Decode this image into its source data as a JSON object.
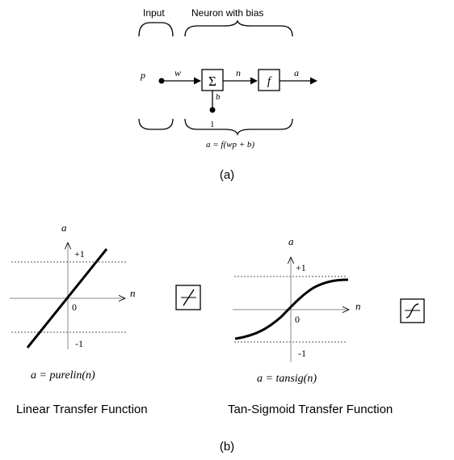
{
  "part_a": {
    "input_label": "Input",
    "neuron_label": "Neuron with bias",
    "input_var": "p",
    "weight": "w",
    "sum_symbol": "Σ",
    "bias_var": "b",
    "net_var": "n",
    "transfer_symbol": "f",
    "output_var": "a",
    "bias_input": "1",
    "equation": "a = f(wp + b)",
    "caption": "(a)"
  },
  "linear_plot": {
    "y_axis_label": "a",
    "x_axis_label": "n",
    "pos_tick": "+1",
    "neg_tick": "-1",
    "origin": "0",
    "equation": "a = purelin(n)",
    "title": "Linear Transfer Function"
  },
  "tansig_plot": {
    "y_axis_label": "a",
    "x_axis_label": "n",
    "pos_tick": "+1",
    "neg_tick": "-1",
    "origin": "0",
    "equation": "a = tansig(n)",
    "title": "Tan-Sigmoid Transfer Function"
  },
  "part_b": {
    "caption": "(b)"
  }
}
